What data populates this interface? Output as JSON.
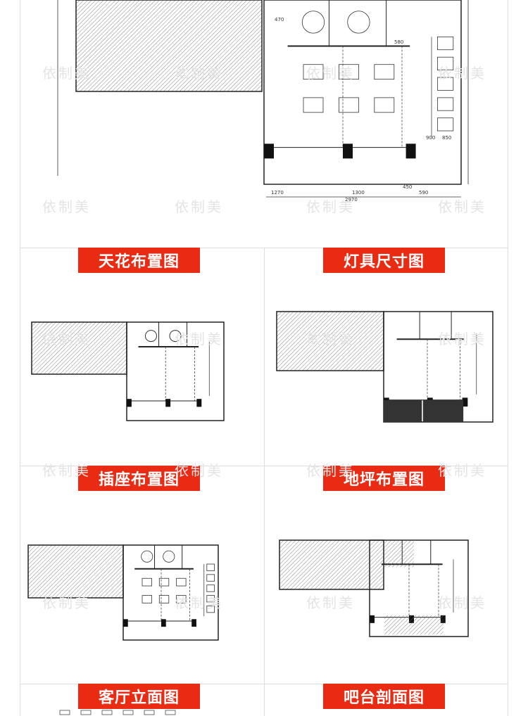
{
  "watermark": "依制美",
  "top_plan": {
    "dimensions": [
      "1270",
      "1300",
      "2970",
      "450",
      "590",
      "470",
      "580",
      "900",
      "850"
    ]
  },
  "sections": [
    {
      "label": "天花布置图"
    },
    {
      "label": "灯具尺寸图"
    },
    {
      "label": "插座布置图"
    },
    {
      "label": "地坪布置图"
    },
    {
      "label": "客厅立面图"
    },
    {
      "label": "吧台剖面图"
    }
  ],
  "colors": {
    "label_bg": "#ea2b14",
    "divider": "#dddddd",
    "watermark": "#e4e4e4"
  }
}
